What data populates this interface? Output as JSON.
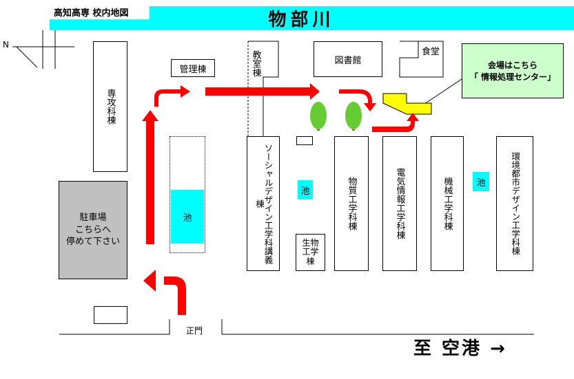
{
  "header": {
    "map_title": "高知高専 校内地図",
    "river": "物部川"
  },
  "compass": {
    "north": "N"
  },
  "callout": {
    "line1": "会場はこちら",
    "line2": "「 情報処理センター」"
  },
  "buildings": {
    "senkou": "専攻科棟",
    "kanri": "管理棟",
    "kyoushitsu": "教室棟",
    "toshokan": "図書館",
    "shokudou": "食堂",
    "social": "ソーシャルデザイン工学科講義棟",
    "seibutsu": "生物工学棟",
    "busshitsu": "物質工学科棟",
    "denki": "電気情報工学科棟",
    "kikai": "機械工学科棟",
    "kankyou": "環境都市デザイン工学科棟"
  },
  "parking": {
    "line1": "駐車場",
    "line2": "こちらへ",
    "line3": "停めて下さい"
  },
  "ponds": {
    "pond1": "池",
    "pond2": "池",
    "pond3": "池"
  },
  "gate": "正門",
  "airport": "至 空港 →",
  "colors": {
    "river": "#00ffff",
    "arrow": "#ff0000",
    "venue": "#ffff00",
    "callout": "#ccffcc",
    "parking": "#c0c0c0",
    "tree": "#66cc33"
  }
}
